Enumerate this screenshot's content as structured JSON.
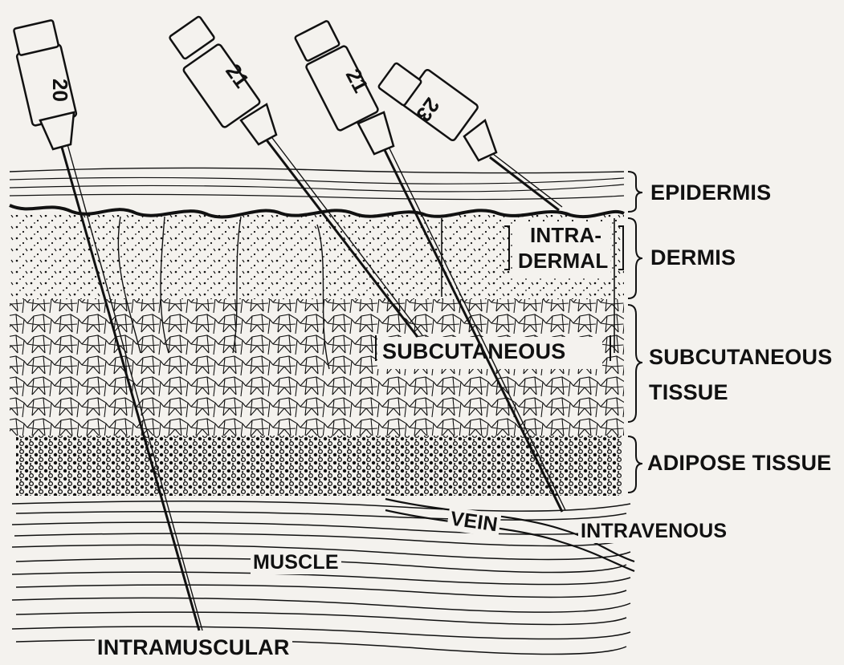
{
  "diagram": {
    "layers": [
      {
        "key": "epidermis",
        "label": "EPIDERMIS"
      },
      {
        "key": "dermis",
        "label": "DERMIS"
      },
      {
        "key": "subcutaneous",
        "label_line1": "SUBCUTANEOUS",
        "label_line2": "TISSUE"
      },
      {
        "key": "adipose",
        "label": "ADIPOSE TISSUE"
      }
    ],
    "inline_labels": {
      "intradermal_line1": "INTRA-",
      "intradermal_line2": "DERMAL",
      "subcutaneous": "SUBCUTANEOUS",
      "vein": "VEIN",
      "intravenous": "INTRAVENOUS",
      "muscle": "MUSCLE",
      "intramuscular": "INTRAMUSCULAR"
    },
    "needles": [
      {
        "gauge": "20",
        "route": "intramuscular"
      },
      {
        "gauge": "21",
        "route": "subcutaneous"
      },
      {
        "gauge": "21",
        "route": "intravenous"
      },
      {
        "gauge": "23",
        "route": "intradermal"
      }
    ],
    "colors": {
      "ink": "#111111",
      "paper": "#f4f2ee"
    }
  }
}
